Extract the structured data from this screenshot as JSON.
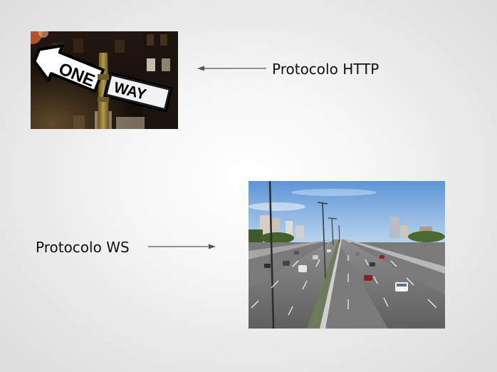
{
  "slide": {
    "http_label": "Protocolo HTTP",
    "ws_label": "Protocolo WS",
    "http_image": {
      "icon": "one-way-street-sign-photo",
      "sign_text_left": "ONE",
      "sign_text_right": "WAY"
    },
    "ws_image": {
      "icon": "multi-lane-highway-photo"
    },
    "colors": {
      "text": "#111111",
      "arrow": "#555555",
      "background_center": "#ffffff",
      "background_edge": "#dcdcdc"
    }
  }
}
